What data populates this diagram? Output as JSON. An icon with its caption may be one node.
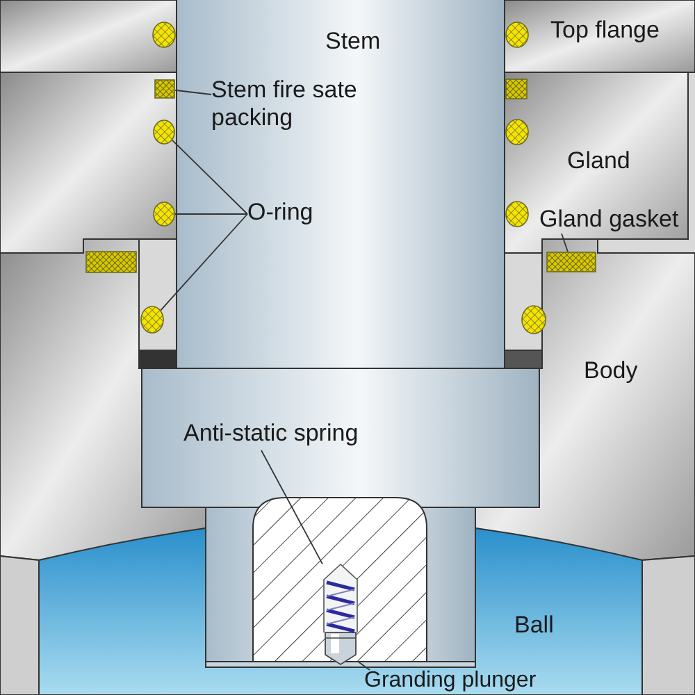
{
  "diagram": {
    "nodes": [
      {
        "text": [
          "Stem fire sate packing"
        ]
      },
      {
        "text": [],
        "shape": "box"
      },
      {
        "text": [
          "O-ring"
        ]
      },
      {
        "text": [],
        "shape": "circle"
      },
      {
        "text": [],
        "shape": "circle"
      },
      {
        "text": [],
        "shape": "circle"
      },
      {
        "text": [
          "Gland gasket"
        ]
      },
      {
        "text": [],
        "shape": "box"
      },
      {
        "text": [
          "Anti-static spring"
        ]
      },
      {
        "text": [],
        "shape": "picture"
      },
      {
        "text": [
          "Granding plunger"
        ]
      },
      {
        "text": [],
        "shape": "picture"
      }
    ],
    "edges": [
      {
        "from": 0,
        "to": 1,
        "arrow": "none"
      },
      {
        "from": 2,
        "to": 3,
        "arrow": "none"
      },
      {
        "from": 2,
        "to": 4,
        "arrow": "none"
      },
      {
        "from": 2,
        "to": 5,
        "arrow": "none"
      },
      {
        "from": 6,
        "to": 7,
        "arrow": "none"
      },
      {
        "from": 8,
        "to": 9,
        "arrow": "none"
      },
      {
        "from": 10,
        "to": 11,
        "arrow": "none"
      }
    ],
    "labels": [
      "Stem",
      "Top flange",
      "Gland",
      "Body",
      "Ball"
    ]
  }
}
